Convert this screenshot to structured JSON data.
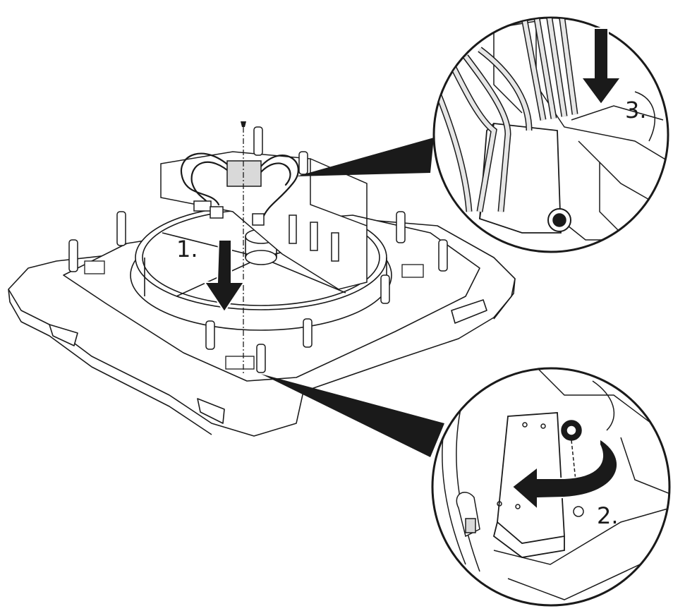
{
  "steps": {
    "step1": "1.",
    "step2": "2.",
    "step3": "3."
  },
  "colors": {
    "line": "#1a1a1a",
    "fill": "#ffffff",
    "cable": "#e6e6e6",
    "shade": "#d9d9d9"
  }
}
